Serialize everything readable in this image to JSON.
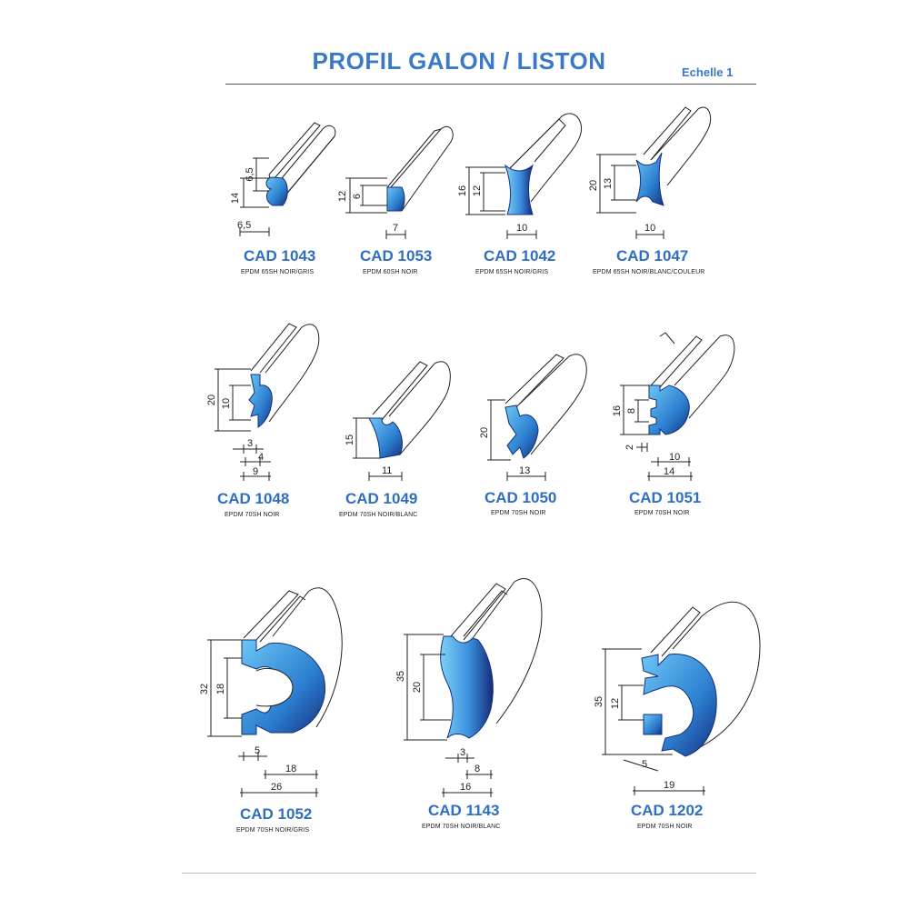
{
  "header": {
    "title": "PROFIL GALON / LISTON",
    "scale": "Echelle 1"
  },
  "profiles": [
    {
      "code": "CAD 1043",
      "material": "EPDM 65SH NOIR/GRIS",
      "dims": [
        "14",
        "6,5",
        "6,5"
      ]
    },
    {
      "code": "CAD 1053",
      "material": "EPDM 60SH NOIR",
      "dims": [
        "12",
        "6",
        "7"
      ]
    },
    {
      "code": "CAD 1042",
      "material": "EPDM 65SH NOIR/GRIS",
      "dims": [
        "16",
        "12",
        "10"
      ]
    },
    {
      "code": "CAD 1047",
      "material": "EPDM 65SH NOIR/BLANC/COULEUR",
      "dims": [
        "20",
        "13",
        "10"
      ]
    },
    {
      "code": "CAD 1048",
      "material": "EPDM 70SH NOIR",
      "dims": [
        "20",
        "10",
        "3",
        "4",
        "9"
      ]
    },
    {
      "code": "CAD 1049",
      "material": "EPDM 70SH NOIR/BLANC",
      "dims": [
        "15",
        "11"
      ]
    },
    {
      "code": "CAD 1050",
      "material": "EPDM 70SH NOIR",
      "dims": [
        "20",
        "13"
      ]
    },
    {
      "code": "CAD 1051",
      "material": "EPDM 70SH NOIR",
      "dims": [
        "16",
        "8",
        "2",
        "10",
        "14"
      ]
    },
    {
      "code": "CAD 1052",
      "material": "EPDM 70SH NOIR/GRIS",
      "dims": [
        "32",
        "18",
        "5",
        "18",
        "26"
      ]
    },
    {
      "code": "CAD 1143",
      "material": "EPDM 70SH NOIR/BLANC",
      "dims": [
        "35",
        "20",
        "3",
        "8",
        "16"
      ]
    },
    {
      "code": "CAD 1202",
      "material": "EPDM 70SH NOIR",
      "dims": [
        "35",
        "12",
        "5",
        "19"
      ]
    }
  ],
  "colors": {
    "title": "#3a78c8",
    "code": "#2f6fc2",
    "profile_fill_light": "#5ab8ee",
    "profile_fill_dark": "#1c3a8c"
  }
}
